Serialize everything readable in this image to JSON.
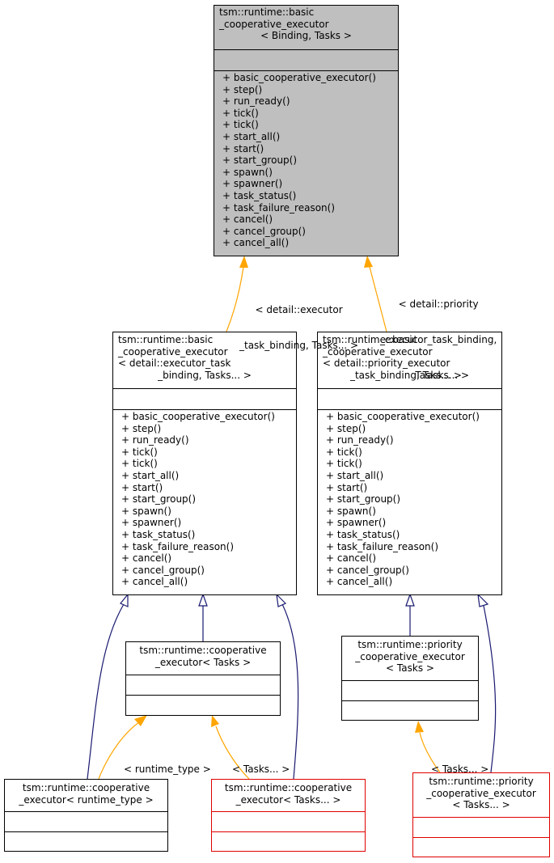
{
  "nodes": {
    "base": {
      "title": [
        "tsm::runtime::basic",
        "_cooperative_executor",
        "< Binding, Tasks >"
      ],
      "members": [
        "+ basic_cooperative_executor()",
        "+ step()",
        "+ run_ready()",
        "+ tick()",
        "+ tick()",
        "+ start_all()",
        "+ start()",
        "+ start_group()",
        "+ spawn()",
        "+ spawner()",
        "+ task_status()",
        "+ task_failure_reason()",
        "+ cancel()",
        "+ cancel_group()",
        "+ cancel_all()"
      ],
      "fill": "#bfbfbf"
    },
    "exec_binding": {
      "title": [
        "tsm::runtime::basic",
        "_cooperative_executor",
        "< detail::executor_task",
        "_binding, Tasks... >"
      ],
      "members": [
        "+ basic_cooperative_executor()",
        "+ step()",
        "+ run_ready()",
        "+ tick()",
        "+ tick()",
        "+ start_all()",
        "+ start()",
        "+ start_group()",
        "+ spawn()",
        "+ spawner()",
        "+ task_status()",
        "+ task_failure_reason()",
        "+ cancel()",
        "+ cancel_group()",
        "+ cancel_all()"
      ]
    },
    "prio_binding": {
      "title": [
        "tsm::runtime::basic",
        "_cooperative_executor",
        "< detail::priority_executor",
        "_task_binding, Tasks... >"
      ],
      "members": [
        "+ basic_cooperative_executor()",
        "+ step()",
        "+ run_ready()",
        "+ tick()",
        "+ tick()",
        "+ start_all()",
        "+ start()",
        "+ start_group()",
        "+ spawn()",
        "+ spawner()",
        "+ task_status()",
        "+ task_failure_reason()",
        "+ cancel()",
        "+ cancel_group()",
        "+ cancel_all()"
      ]
    },
    "coop": {
      "title": [
        "tsm::runtime::cooperative",
        "_executor< Tasks >"
      ]
    },
    "prio": {
      "title": [
        "tsm::runtime::priority",
        "_cooperative_executor",
        "< Tasks >"
      ]
    },
    "coop_rt": {
      "title": [
        "tsm::runtime::cooperative",
        "_executor< runtime_type >"
      ]
    },
    "coop_pack": {
      "title": [
        "tsm::runtime::cooperative",
        "_executor< Tasks... >"
      ]
    },
    "prio_pack": {
      "title": [
        "tsm::runtime::priority",
        "_cooperative_executor",
        "< Tasks... >"
      ]
    }
  },
  "edge_labels": {
    "exec_to_base": [
      "< detail::executor",
      "_task_binding, Tasks... >"
    ],
    "prio_to_base": [
      "< detail::priority",
      "_executor_task_binding,",
      "Tasks... >"
    ],
    "rt_to_coop": [
      "< runtime_type >"
    ],
    "pack_to_coop": [
      "< Tasks... >"
    ],
    "pack_to_prio": [
      "< Tasks... >"
    ]
  },
  "colors": {
    "template_edge": "#ffa500",
    "inherit_edge": "#191970",
    "red_border": "#e00000",
    "gray_fill": "#bfbfbf"
  }
}
